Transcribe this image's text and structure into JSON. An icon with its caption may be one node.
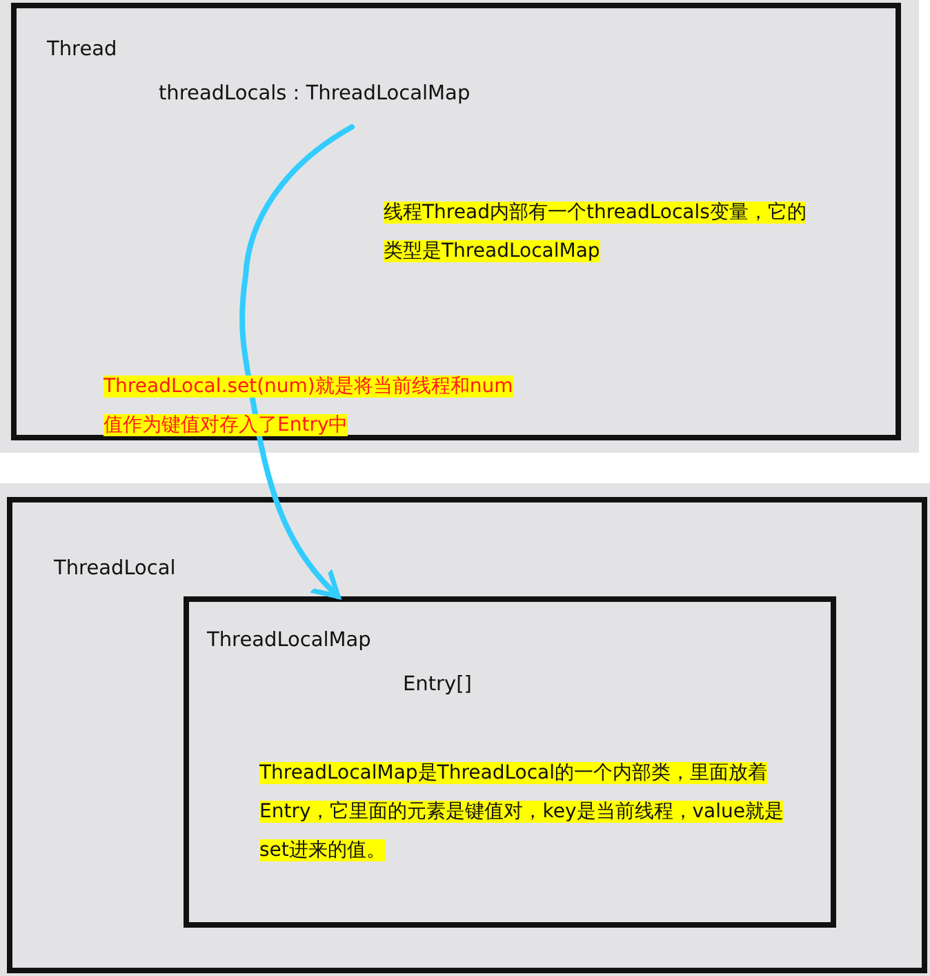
{
  "diagram": {
    "nodes": [
      {
        "text": [
          "Thread"
        ]
      },
      {
        "text": [
          "threadLocals : ThreadLocalMap"
        ],
        "in": 0
      },
      {
        "text": [
          "ThreadLocal"
        ]
      },
      {
        "text": [
          "ThreadLocalMap",
          "Entry[]"
        ],
        "in": 2
      }
    ],
    "edges": [
      {
        "from": 1,
        "to": 3,
        "arrow": "to",
        "color": "#33ccff"
      }
    ],
    "labels": [
      "线程Thread内部有一个threadLocals变量，它的类型是ThreadLocalMap",
      "ThreadLocal.set(num)就是将当前线程和num值作为键值对存入了Entry中",
      "ThreadLocalMap是ThreadLocal的一个内部类，里面放着Entry，它里面的元素是键值对，key是当前线程，value就是set进来的值。"
    ]
  }
}
